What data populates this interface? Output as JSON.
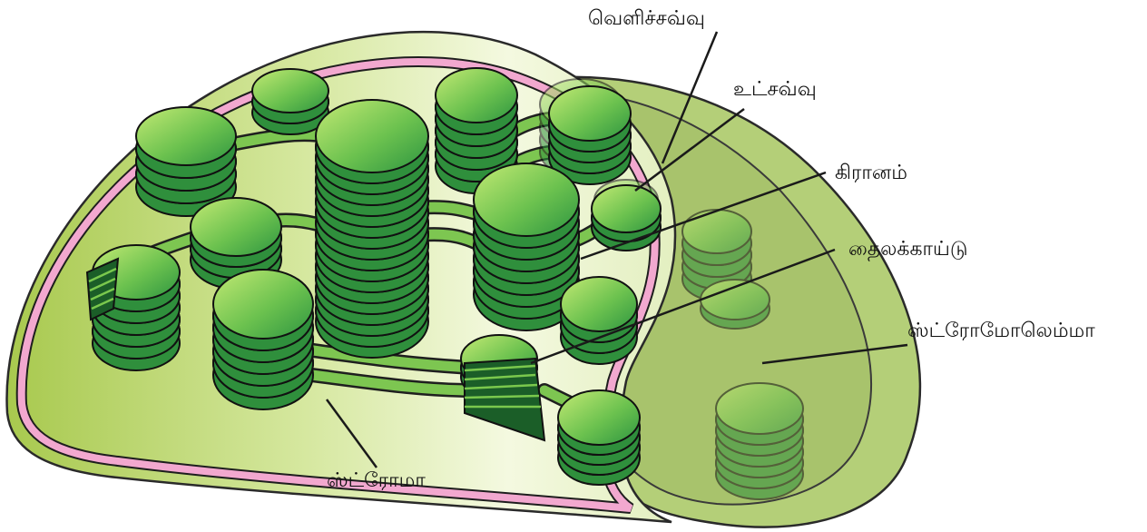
{
  "labels": {
    "outer_membrane": "வெளிச்சவ்வு",
    "inner_membrane": "உட்சவ்வு",
    "granum": "கிரானம்",
    "thylakoid": "தைலக்காய்டு",
    "stroma_lamella": "ஸ்ட்ரோமோலெம்மா",
    "stroma": "ஸ்ட்ரோமா"
  },
  "colors": {
    "body_light": "#f3f8d8",
    "body_green": "#b5d35e",
    "outer_edge": "#8db446",
    "back_shell": "#aac770",
    "inner_membrane": "#f2a8cf",
    "disc_light": "#b9e36a",
    "disc_dark": "#2f9a3c",
    "outline": "#1a1a1a",
    "label_line": "#1a1a1a"
  }
}
